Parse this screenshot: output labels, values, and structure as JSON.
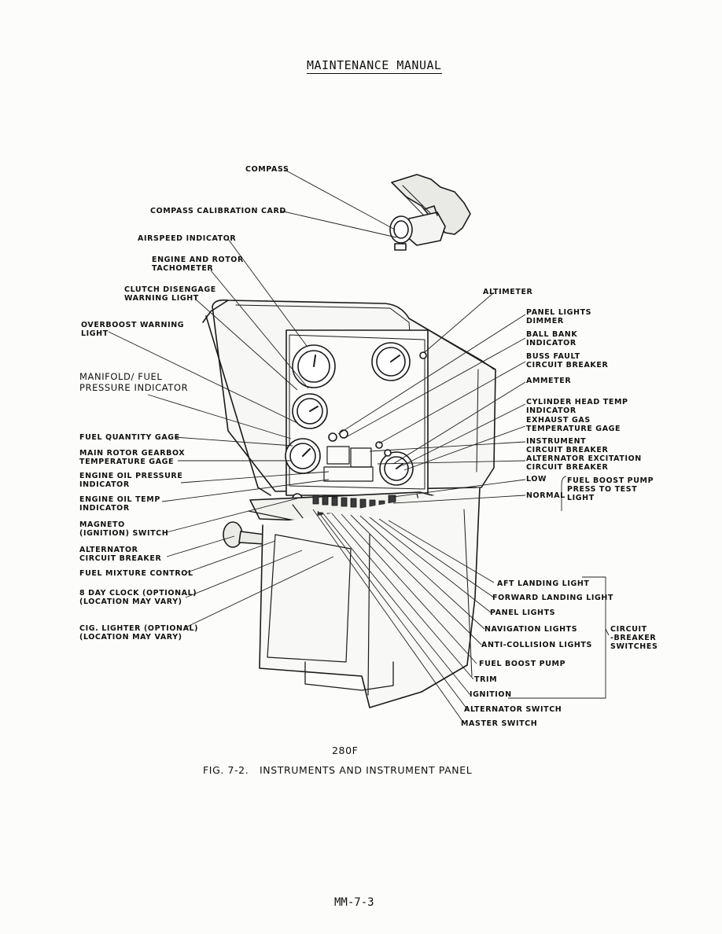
{
  "header": "MAINTENANCE MANUAL",
  "figure": {
    "model": "280F",
    "caption": "FIG. 7-2.   INSTRUMENTS AND INSTRUMENT PANEL"
  },
  "page_number": "MM-7-3",
  "labels_left": {
    "compass": "COMPASS",
    "compass_card": "COMPASS CALIBRATION CARD",
    "airspeed": "AIRSPEED INDICATOR",
    "tach_1": "ENGINE AND ROTOR",
    "tach_2": "TACHOMETER",
    "clutch_1": "CLUTCH DISENGAGE",
    "clutch_2": "WARNING LIGHT",
    "overboost_1": "OVERBOOST WARNING",
    "overboost_2": "LIGHT",
    "manifold_1": "MANIFOLD/ FUEL",
    "manifold_2": "PRESSURE INDICATOR",
    "fuel_qty": "FUEL QUANTITY GAGE",
    "gearbox_1": "MAIN ROTOR GEARBOX",
    "gearbox_2": "TEMPERATURE GAGE",
    "oil_press_1": "ENGINE OIL PRESSURE",
    "oil_press_2": "INDICATOR",
    "oil_temp_1": "ENGINE OIL TEMP",
    "oil_temp_2": "INDICATOR",
    "magneto_1": "MAGNETO",
    "magneto_2": "(IGNITION) SWITCH",
    "alt_cb_1": "ALTERNATOR",
    "alt_cb_2": "CIRCUIT BREAKER",
    "mixture": "FUEL MIXTURE CONTROL",
    "clock_1": "8 DAY CLOCK (OPTIONAL)",
    "clock_2": "(LOCATION MAY VARY)",
    "cig_1": "CIG. LIGHTER (OPTIONAL)",
    "cig_2": "(LOCATION MAY VARY)"
  },
  "labels_right": {
    "altimeter": "ALTIMETER",
    "panel_lights_1": "PANEL LIGHTS",
    "panel_lights_2": "DIMMER",
    "ball_bank_1": "BALL BANK",
    "ball_bank_2": "INDICATOR",
    "buss_fault_1": "BUSS FAULT",
    "buss_fault_2": "CIRCUIT BREAKER",
    "ammeter": "AMMETER",
    "cht_1": "CYLINDER HEAD TEMP",
    "cht_2": "INDICATOR",
    "egt_1": "EXHAUST GAS",
    "egt_2": "TEMPERATURE GAGE",
    "instr_cb_1": "INSTRUMENT",
    "instr_cb_2": "CIRCUIT BREAKER",
    "alt_exc_1": "ALTERNATOR EXCITATION",
    "alt_exc_2": "CIRCUIT BREAKER",
    "low": "LOW",
    "normal": "NORMAL",
    "boost_1": "FUEL BOOST PUMP",
    "boost_2": "PRESS TO TEST",
    "boost_3": "LIGHT"
  },
  "labels_bottom": {
    "aft_landing": "AFT LANDING LIGHT",
    "fwd_landing": "FORWARD LANDING LIGHT",
    "panel_lights": "PANEL LIGHTS",
    "nav_lights": "NAVIGATION LIGHTS",
    "anti_coll": "ANTI-COLLISION LIGHTS",
    "fuel_boost": "FUEL BOOST PUMP",
    "trim": "TRIM",
    "ignition": "IGNITION",
    "alt_switch": "ALTERNATOR SWITCH",
    "master": "MASTER SWITCH",
    "cb_1": "CIRCUIT",
    "cb_2": "-BREAKER",
    "cb_3": "SWITCHES"
  }
}
